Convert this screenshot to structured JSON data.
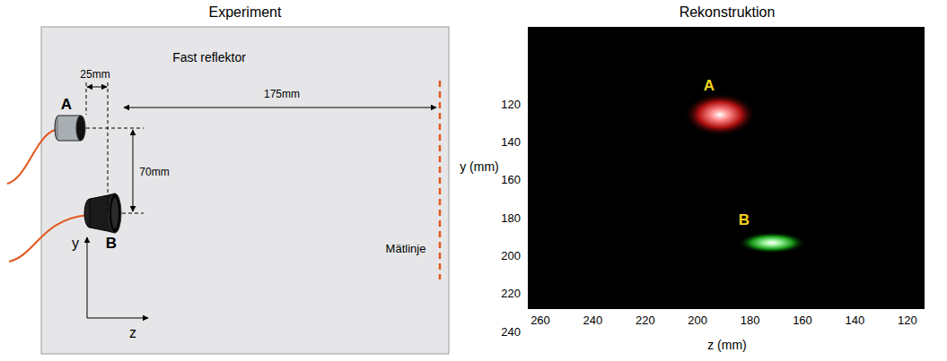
{
  "diagram": {
    "labels": [
      "Experiment",
      "Fast reflektor",
      "25mm",
      "A",
      "175mm",
      "70mm",
      "B",
      "y",
      "z",
      "Mätlinje",
      "Rekonstruktion",
      "A",
      "B",
      "120",
      "140",
      "160",
      "180",
      "200",
      "220",
      "240",
      "y (mm)",
      "260",
      "240",
      "220",
      "200",
      "180",
      "160",
      "140",
      "120",
      "z (mm)"
    ]
  }
}
